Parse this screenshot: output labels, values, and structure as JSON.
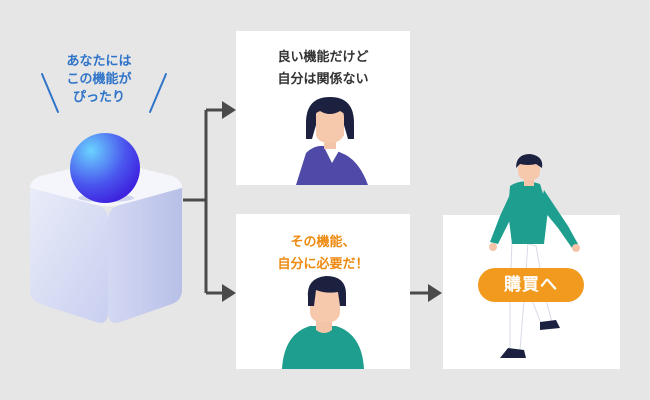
{
  "bubble_text": "あなたには\nこの機能が\nぴったり",
  "top_card_text": "良い機能だけど\n自分は関係ない",
  "bottom_card_text": "その機能、\n自分に必要だ！",
  "purchase_label": "購買へ",
  "colors": {
    "background": "#e6e6e6",
    "card": "#ffffff",
    "arrow": "#4a4a4a",
    "bubble_text": "#2f74c9",
    "highlight_text": "#ee8a10",
    "purchase_button": "#f29a1e",
    "sphere_start": "#6ad3ff",
    "sphere_end": "#3a10d8",
    "teal_shirt": "#1e9e8e",
    "purple_top": "#4f4aa8"
  },
  "icons": [
    "product-cube-icon",
    "product-sphere-icon",
    "emphasis-lines-icon",
    "person-bob-hair-icon",
    "person-man-icon",
    "walking-man-icon",
    "arrow-right-icon"
  ]
}
